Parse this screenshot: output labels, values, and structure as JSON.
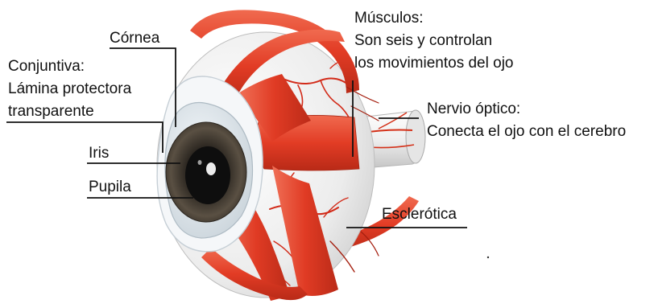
{
  "labels": {
    "cornea": "Córnea",
    "conjuntiva_title": "Conjuntiva:",
    "conjuntiva_line1": "Lámina protectora",
    "conjuntiva_line2": "transparente",
    "iris": "Iris",
    "pupila": "Pupila",
    "musculos_title": "Músculos:",
    "musculos_line1": "Son seis y controlan",
    "musculos_line2": "los movimientos del ojo",
    "nervio_title": "Nervio óptico:",
    "nervio_line1": "Conecta el ojo con el cerebro",
    "esclerotica": "Esclerótica"
  },
  "colors": {
    "muscle": "#e8412b",
    "muscle_dark": "#c2301d",
    "sclera": "#f1f1f1",
    "vessel": "#d22a18",
    "iris": "#4d4437",
    "pupil": "#151515",
    "leader_line": "#111111"
  }
}
